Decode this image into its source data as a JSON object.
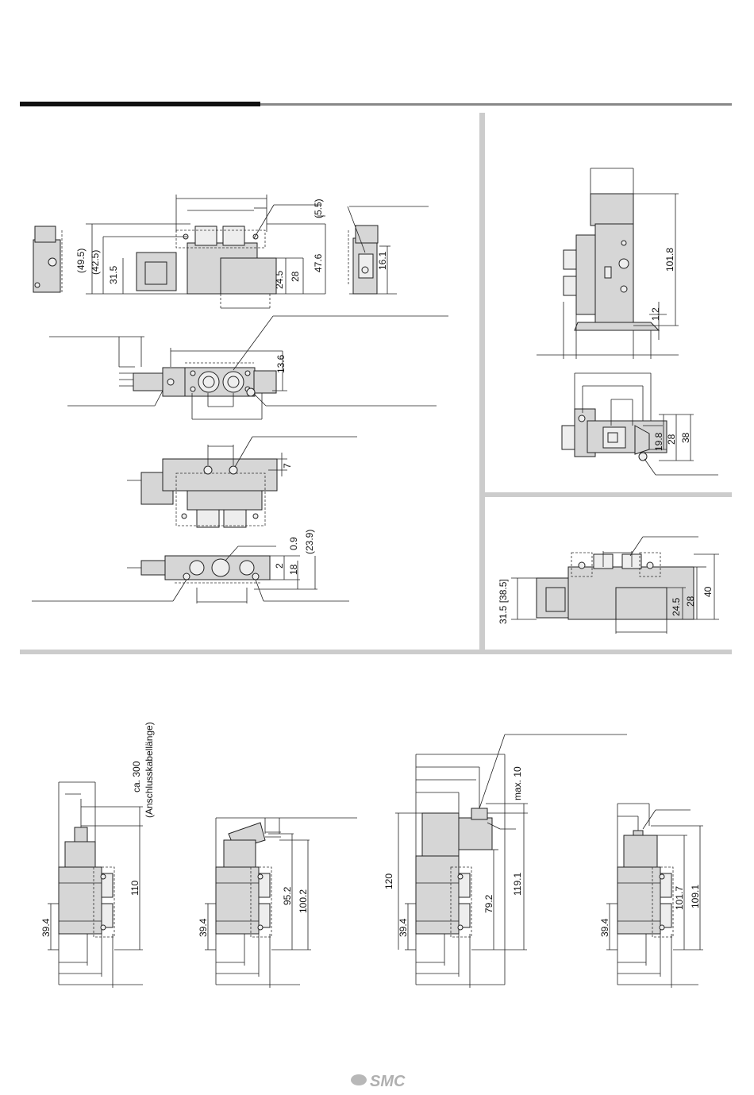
{
  "logo": "SMC",
  "top_left": {
    "side_dims": [
      "(49.5)",
      "(42.5)",
      "31.5",
      "24.5",
      "28",
      "47.6",
      "(5.5)"
    ],
    "end_dim": "16.1",
    "top_dim": "13.6",
    "mount_dim": "7",
    "base_dims": [
      "0.9",
      "(23.9)",
      "2",
      "18"
    ]
  },
  "top_right": {
    "height_dims": [
      "101.8",
      "1.2"
    ],
    "plan_dims": [
      "19.8",
      "28",
      "38"
    ]
  },
  "mid_right": {
    "left_dim": "31.5 [38.5]",
    "right_dims": [
      "24.5",
      "28",
      "40"
    ]
  },
  "bottom": {
    "view1": {
      "cable_note_1": "ca. 300",
      "cable_note_2": "(Anschlusskabellänge)",
      "dims": [
        "110",
        "39.4"
      ]
    },
    "view2": {
      "dims": [
        "95.2",
        "100.2",
        "39.4"
      ]
    },
    "view3": {
      "dims": [
        "max. 10",
        "120",
        "119.1",
        "79.2",
        "39.4"
      ]
    },
    "view4": {
      "dims": [
        "101.7",
        "109.1",
        "39.4"
      ]
    }
  }
}
